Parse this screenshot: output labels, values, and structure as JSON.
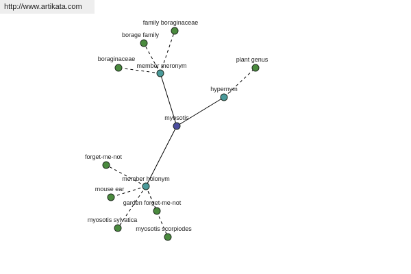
{
  "watermark": "http://www.artikata.com",
  "colors": {
    "root": "#4b4d9e",
    "relation": "#4a9a9a",
    "leaf": "#4a8a3e",
    "node_stroke": "#1f2a1f",
    "edge": "#000000"
  },
  "graph": {
    "root": {
      "id": "myosotis",
      "label": "myosotis"
    },
    "relations": [
      {
        "id": "member-meronym",
        "label": "member meronym"
      },
      {
        "id": "hypernym",
        "label": "hypernym"
      },
      {
        "id": "member-holonym",
        "label": "member holonym"
      }
    ],
    "leaves": [
      {
        "id": "family-boraginaceae",
        "label": "family boraginaceae",
        "relation": "member-meronym"
      },
      {
        "id": "borage-family",
        "label": "borage family",
        "relation": "member-meronym"
      },
      {
        "id": "boraginaceae",
        "label": "boraginaceae",
        "relation": "member-meronym"
      },
      {
        "id": "plant-genus",
        "label": "plant genus",
        "relation": "hypernym"
      },
      {
        "id": "forget-me-not",
        "label": "forget-me-not",
        "relation": "member-holonym"
      },
      {
        "id": "mouse-ear",
        "label": "mouse ear",
        "relation": "member-holonym"
      },
      {
        "id": "garden-forget-me-not",
        "label": "garden forget-me-not",
        "relation": "member-holonym"
      },
      {
        "id": "myosotis-sylvatica",
        "label": "myosotis sylvatica",
        "relation": "member-holonym"
      },
      {
        "id": "myosotis-scorpiodes",
        "label": "myosotis scorpiodes",
        "relation": "member-holonym"
      }
    ]
  }
}
